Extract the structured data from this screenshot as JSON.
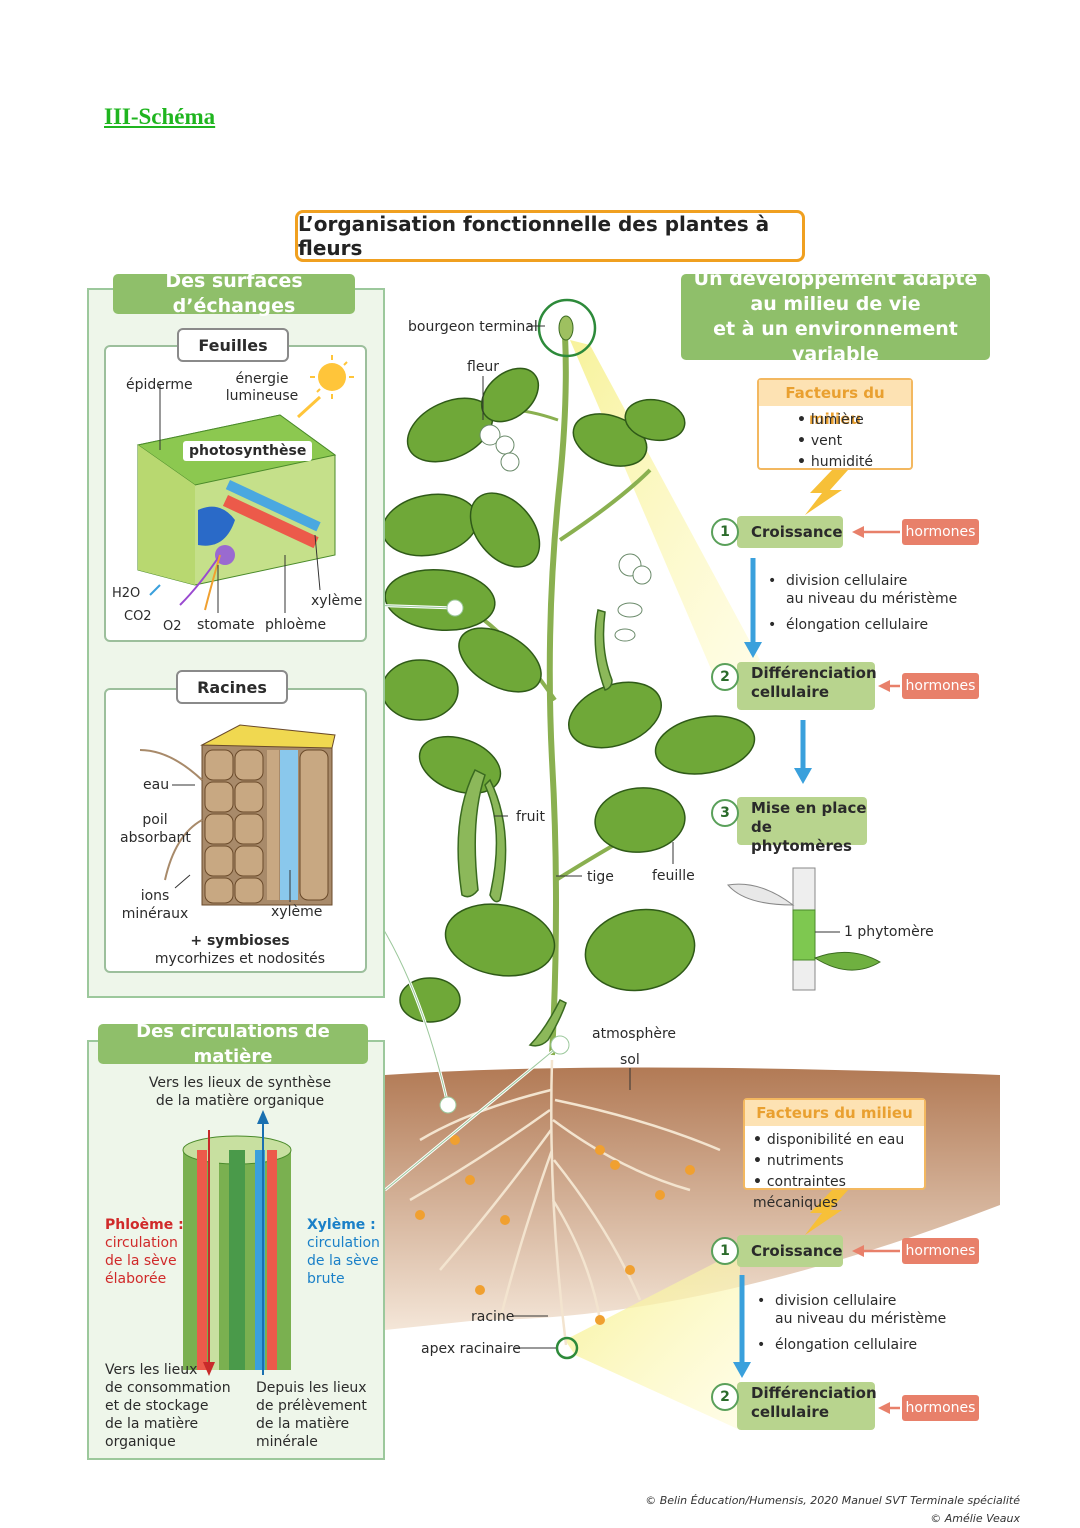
{
  "section_title": "III-Schéma",
  "main_title": "L’organisation fonctionnelle des plantes à fleurs",
  "left": {
    "exchange_title": "Des surfaces d’échanges",
    "leaves": {
      "label": "Feuilles",
      "epiderme": "épiderme",
      "energie": "énergie",
      "lumineuse": "lumineuse",
      "photosynthese": "photosynthèse",
      "h2o": "H2O",
      "co2": "CO2",
      "o2": "O2",
      "stomate": "stomate",
      "phloeme": "phloème",
      "xyleme": "xylème"
    },
    "roots": {
      "label": "Racines",
      "eau": "eau",
      "poil": "poil",
      "absorbant": "absorbant",
      "ions": "ions",
      "mineraux": "minéraux",
      "xyleme": "xylème",
      "symbioses": "+ symbioses",
      "mycorhizes": "mycorhizes et nodosités"
    },
    "circulation_title": "Des circulations de matière",
    "vers_synthese_1": "Vers les lieux de synthèse",
    "vers_synthese_2": "de la matière organique",
    "phloeme_title": "Phloème :",
    "phloeme_l1": "circulation",
    "phloeme_l2": "de la sève",
    "phloeme_l3": "élaborée",
    "xyleme_title": "Xylème :",
    "xyleme_l1": "circulation",
    "xyleme_l2": "de la sève",
    "xyleme_l3": "brute",
    "conso_lines": [
      "Vers les lieux",
      "de consommation",
      "et de stockage",
      "de la matière",
      "organique"
    ],
    "prelev_lines": [
      "Depuis les lieux",
      "de prélèvement",
      "de la matière",
      "minérale"
    ]
  },
  "plant": {
    "bourgeon": "bourgeon terminal",
    "fleur": "fleur",
    "fruit": "fruit",
    "tige": "tige",
    "feuille": "feuille",
    "atmosphere": "atmosphère",
    "sol": "sol",
    "racine": "racine",
    "apex": "apex racinaire"
  },
  "right": {
    "dev_title_1": "Un développement adapté",
    "dev_title_2": "au milieu de vie",
    "dev_title_3": "et à un environnement variable",
    "factors_title": "Facteurs du milieu",
    "factors_top": [
      "lumière",
      "vent",
      "humidité"
    ],
    "factors_bottom": [
      "disponibilité en eau",
      "nutriments",
      "contraintes mécaniques"
    ],
    "step1": "Croissance",
    "step2_l1": "Différenciation",
    "step2_l2": "cellulaire",
    "step3_l1": "Mise en place",
    "step3_l2": "de phytomères",
    "hormones": "hormones",
    "div1": "division cellulaire",
    "div2": "au niveau du méristème",
    "elong": "élongation cellulaire",
    "phytomere": "1 phytomère",
    "n1": "1",
    "n2": "2",
    "n3": "3"
  },
  "credit_1": "© Belin Éducation/Humensis, 2020 Manuel SVT Terminale spécialité",
  "credit_2": "© Amélie Veaux"
}
